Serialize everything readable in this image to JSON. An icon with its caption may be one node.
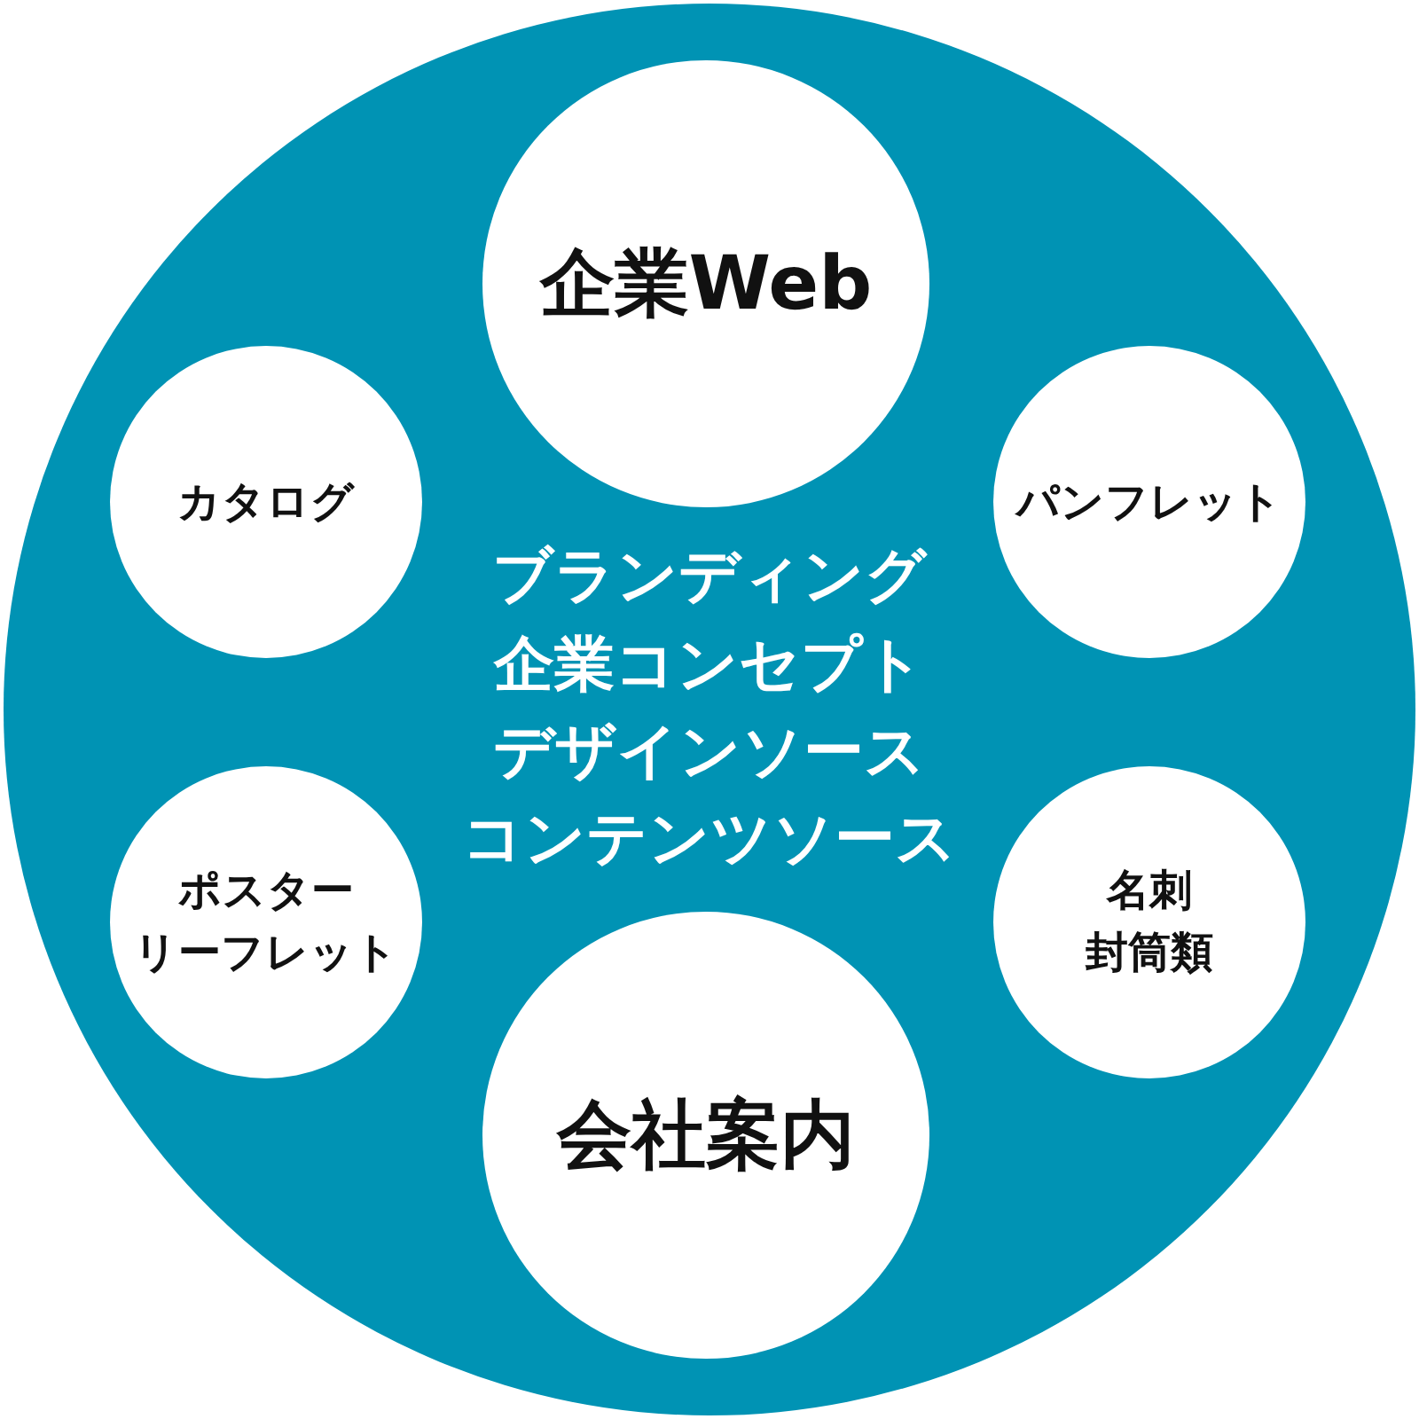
{
  "diagram": {
    "nodes": [
      {
        "text": [
          "ブランディング",
          "企業コンセプト",
          "デザインソース",
          "コンテンツソース"
        ]
      },
      {
        "text": [
          "企業Web"
        ],
        "in": 0
      },
      {
        "text": [
          "カタログ"
        ],
        "in": 0
      },
      {
        "text": [
          "パンフレット"
        ],
        "in": 0
      },
      {
        "text": [
          "ポスター",
          "リーフレット"
        ],
        "in": 0
      },
      {
        "text": [
          "名刺",
          "封筒類"
        ],
        "in": 0
      },
      {
        "text": [
          "会社案内"
        ],
        "in": 0
      }
    ]
  }
}
